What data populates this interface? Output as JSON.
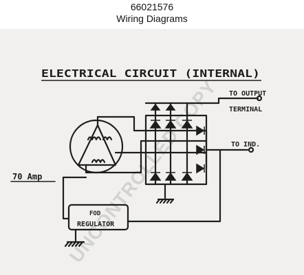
{
  "header": {
    "part_number": "66021576",
    "subtitle": "Wiring Diagrams"
  },
  "diagram": {
    "title": "ELECTRICAL CIRCUIT (INTERNAL)",
    "output_label_line1": "TO OUTPUT",
    "output_label_line2": "TERMINAL",
    "ind_label": "TO IND.",
    "rating_label": "70 Amp",
    "regulator_label": "REGULATOR",
    "regulator_box_label": "FOD"
  },
  "watermark": "UNCONTROLLED COPY"
}
